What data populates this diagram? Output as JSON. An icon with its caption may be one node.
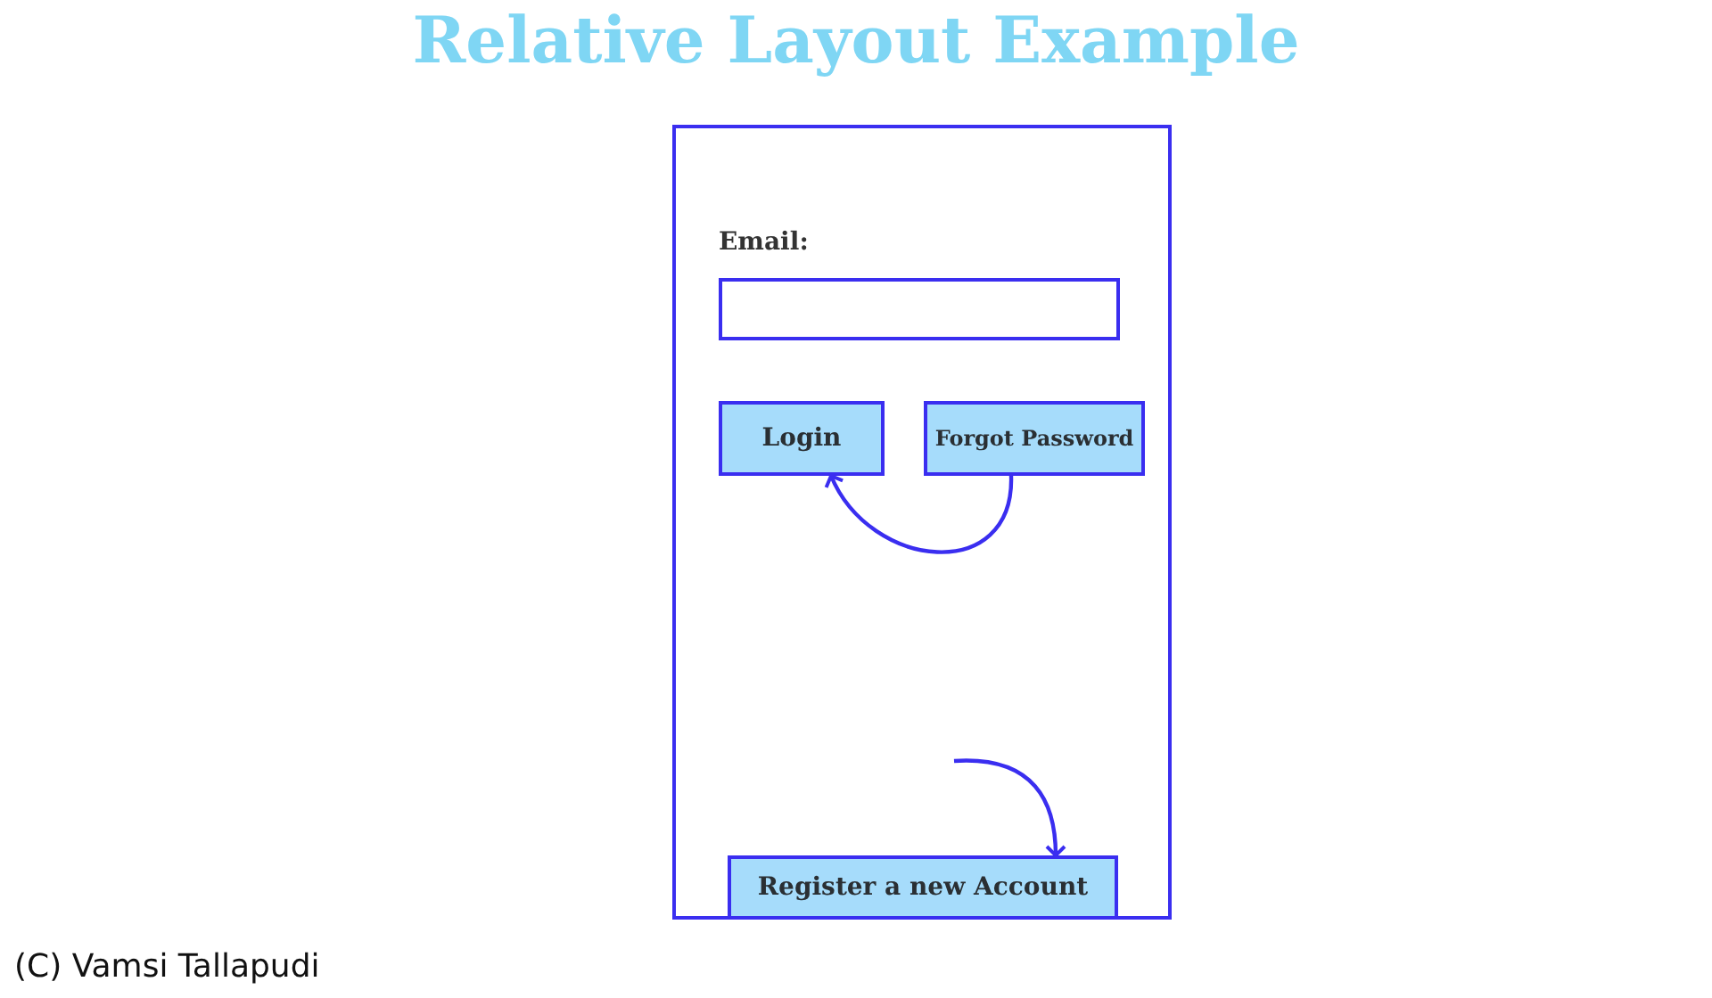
{
  "diagram": {
    "title": "Relative Layout Example",
    "nodes": [
      {
        "text": [],
        "shape": "box"
      },
      {
        "text": [],
        "shape": "box",
        "in": 0
      },
      {
        "text": [
          "Login"
        ],
        "in": 0
      },
      {
        "text": [
          "Forgot Password"
        ],
        "in": 0
      },
      {
        "text": [
          "Register a new Account"
        ],
        "in": 0
      }
    ],
    "edges": [
      {
        "from": 3,
        "to": 2,
        "arrow": "to"
      },
      {
        "from": null,
        "to": 4,
        "arrow": "to"
      }
    ],
    "labels": [
      "Email:",
      "(C) Vamsi Tallapudi"
    ]
  }
}
